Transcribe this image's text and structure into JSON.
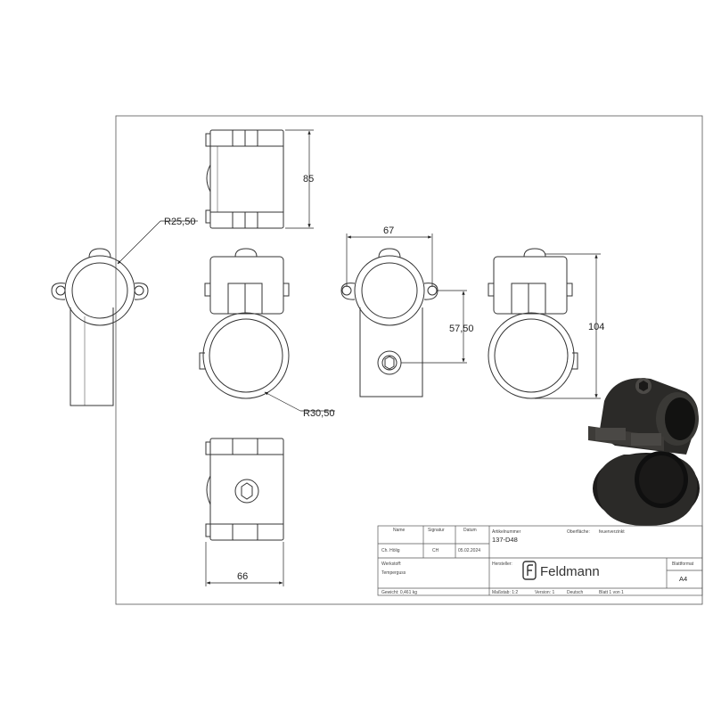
{
  "dimensions": {
    "height_side": "85",
    "radius_inner_top": "R25,50",
    "width_top": "67",
    "center_distance": "57,50",
    "height_total": "104",
    "radius_outer": "R30,50",
    "width_bottom": "66"
  },
  "title_block": {
    "headers": {
      "name": "Name",
      "signature": "Signatur",
      "date": "Datum",
      "article_number": "Artikelnummer",
      "surface": "Oberfläche:"
    },
    "values": {
      "name": "Ch. Hölig",
      "signature": "CH",
      "date": "05.02.2024",
      "article_number": "137-D48",
      "surface": "feuerverzinkt"
    },
    "material_label": "Werkstoff:",
    "material_value": "Temperguss",
    "manufacturer_label": "Hersteller:",
    "brand": "Feldmann",
    "sheet_format_label": "Blattformat",
    "sheet_format_value": "A4",
    "weight": "Gewicht: 0,461 kg",
    "scale": "Maßstab: 1:2",
    "version": "Version: 1",
    "language": "Deutsch",
    "sheet": "Blatt 1 von 1"
  },
  "colors": {
    "line": "#333333",
    "frame": "#555555",
    "part_dark": "#2b2a28",
    "part_shadow": "#0f0f0f"
  }
}
